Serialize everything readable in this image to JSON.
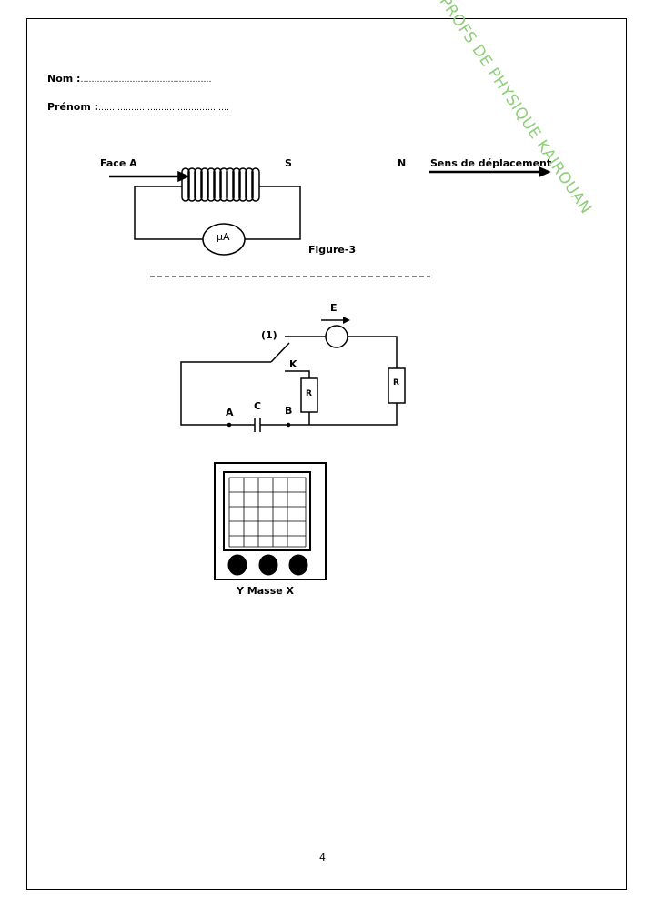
{
  "watermark": "PROFS DE PHYSIQUE KAIROUAN",
  "form": {
    "nom_label": "Nom :",
    "nom_blank": "…………………………………………",
    "prenom_label": "Prénom  :",
    "prenom_blank": "…………………………………………"
  },
  "figure3": {
    "face_label": "Face A",
    "south_label": "S",
    "north_label": "N",
    "direction_label": "Sens de déplacement",
    "meter_label": "µA",
    "caption": "Figure-3"
  },
  "circuit": {
    "generator_label": "E",
    "switch_position_label": "(1)",
    "switch_label": "K",
    "resistor_left_label": "R",
    "resistor_right_label": "R",
    "point_a_label": "A",
    "capacitor_label": "C",
    "point_b_label": "B"
  },
  "oscilloscope": {
    "inputs_label": "Y  Masse X"
  },
  "page_number": "4"
}
